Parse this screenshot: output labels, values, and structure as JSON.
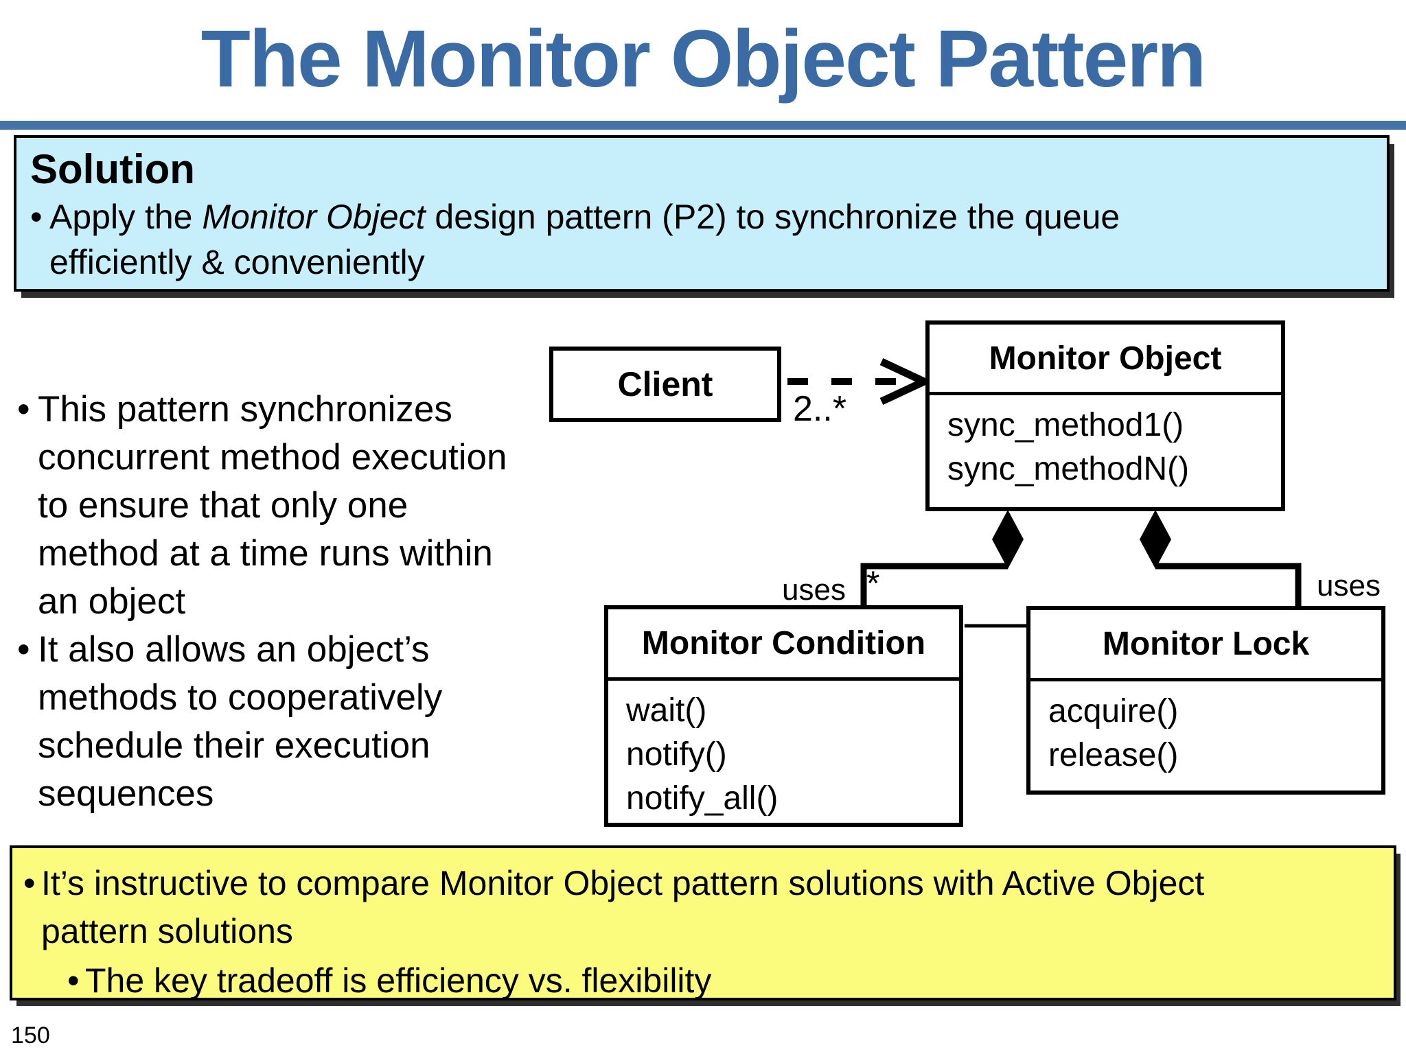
{
  "slide": {
    "title": "The Monitor Object Pattern",
    "page_number": "150",
    "bullet_glyph": "•",
    "colors": {
      "title_blue": "#3a6ba5",
      "rule_blue": "#4473a8",
      "solution_bg": "#c7eefb",
      "note_bg": "#fbfb7e"
    },
    "solution_box": {
      "heading": "Solution",
      "bullet_prefix": "Apply the ",
      "bullet_italic": "Monitor Object",
      "bullet_suffix": " design pattern (P2) to synchronize the queue\nefficiently & conveniently"
    },
    "left_notes": {
      "bullet1": "This pattern synchronizes\nconcurrent method execution\nto ensure that only one\nmethod at a time runs within\nan object",
      "bullet2": "It also allows an object’s\nmethods to cooperatively\nschedule their execution\nsequences"
    },
    "diagram": {
      "client": {
        "name": "Client"
      },
      "monitor_object": {
        "name": "Monitor Object",
        "methods": "sync_method1()\nsync_methodN()"
      },
      "monitor_condition": {
        "name": "Monitor Condition",
        "methods": "wait()\nnotify()\nnotify_all()"
      },
      "monitor_lock": {
        "name": "Monitor Lock",
        "methods": "acquire()\nrelease()"
      },
      "labels": {
        "multiplicity_client": "2..*",
        "multiplicity_condition": "*",
        "uses_left": "uses",
        "uses_right": "uses"
      }
    },
    "note_box": {
      "bullet1": "It’s instructive to compare Monitor Object pattern solutions with Active Object\npattern solutions",
      "bullet2": "The key tradeoff is efficiency vs. flexibility"
    }
  }
}
